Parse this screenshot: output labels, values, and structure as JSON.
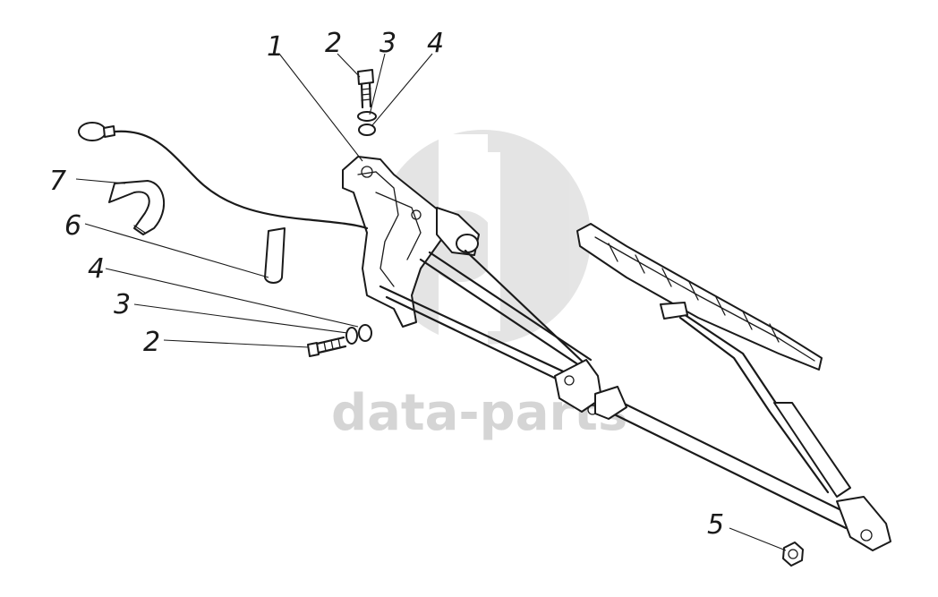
{
  "watermark": {
    "text": "data-parts",
    "color": "#bdbdbd"
  },
  "callouts": [
    {
      "id": "callout-1",
      "label": "1"
    },
    {
      "id": "callout-2-top",
      "label": "2"
    },
    {
      "id": "callout-3-top",
      "label": "3"
    },
    {
      "id": "callout-4-top",
      "label": "4"
    },
    {
      "id": "callout-7",
      "label": "7"
    },
    {
      "id": "callout-6",
      "label": "6"
    },
    {
      "id": "callout-4-left",
      "label": "4"
    },
    {
      "id": "callout-3-left",
      "label": "3"
    },
    {
      "id": "callout-2-left",
      "label": "2"
    },
    {
      "id": "callout-5",
      "label": "5"
    }
  ]
}
